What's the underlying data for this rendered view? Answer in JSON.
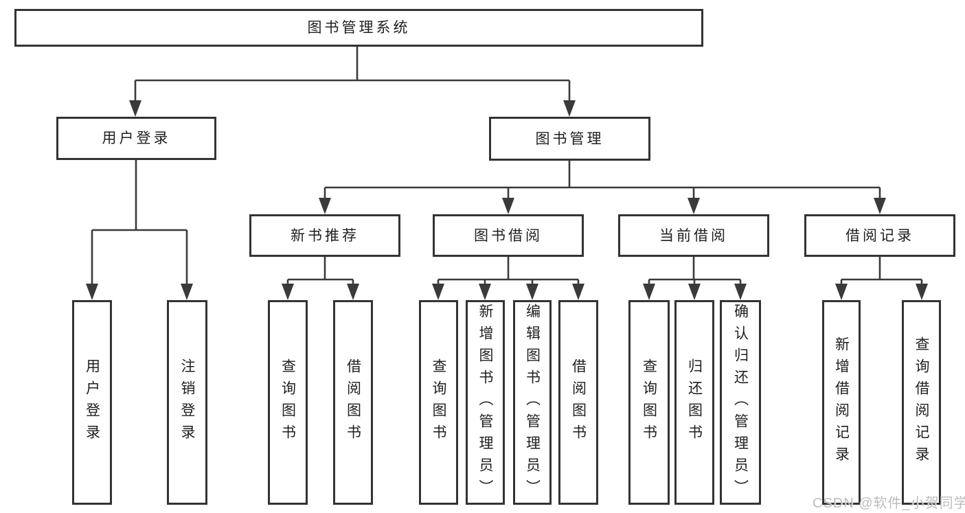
{
  "diagram": {
    "root": {
      "label": "图书管理系统"
    },
    "branches": [
      {
        "label": "用户登录",
        "children": [
          {
            "label": "用户登录"
          },
          {
            "label": "注销登录"
          }
        ]
      },
      {
        "label": "图书管理",
        "groups": [
          {
            "label": "新书推荐",
            "children": [
              {
                "label": "查询图书"
              },
              {
                "label": "借阅图书"
              }
            ]
          },
          {
            "label": "图书借阅",
            "children": [
              {
                "label": "查询图书"
              },
              {
                "label": "新增图书（管理员）"
              },
              {
                "label": "编辑图书（管理员）"
              },
              {
                "label": "借阅图书"
              }
            ]
          },
          {
            "label": "当前借阅",
            "children": [
              {
                "label": "查询图书"
              },
              {
                "label": "归还图书"
              },
              {
                "label": "确认归还（管理员）"
              }
            ]
          },
          {
            "label": "借阅记录",
            "children": [
              {
                "label": "新增借阅记录"
              },
              {
                "label": "查询借阅记录"
              }
            ]
          }
        ]
      }
    ]
  },
  "watermark": {
    "text": "CSDN @软件_小贺同学"
  },
  "colors": {
    "line": "#3a3a3a",
    "box_border": "#333333",
    "text": "#1f1f1f",
    "watermark": "#bdbdbd",
    "background": "#ffffff"
  }
}
